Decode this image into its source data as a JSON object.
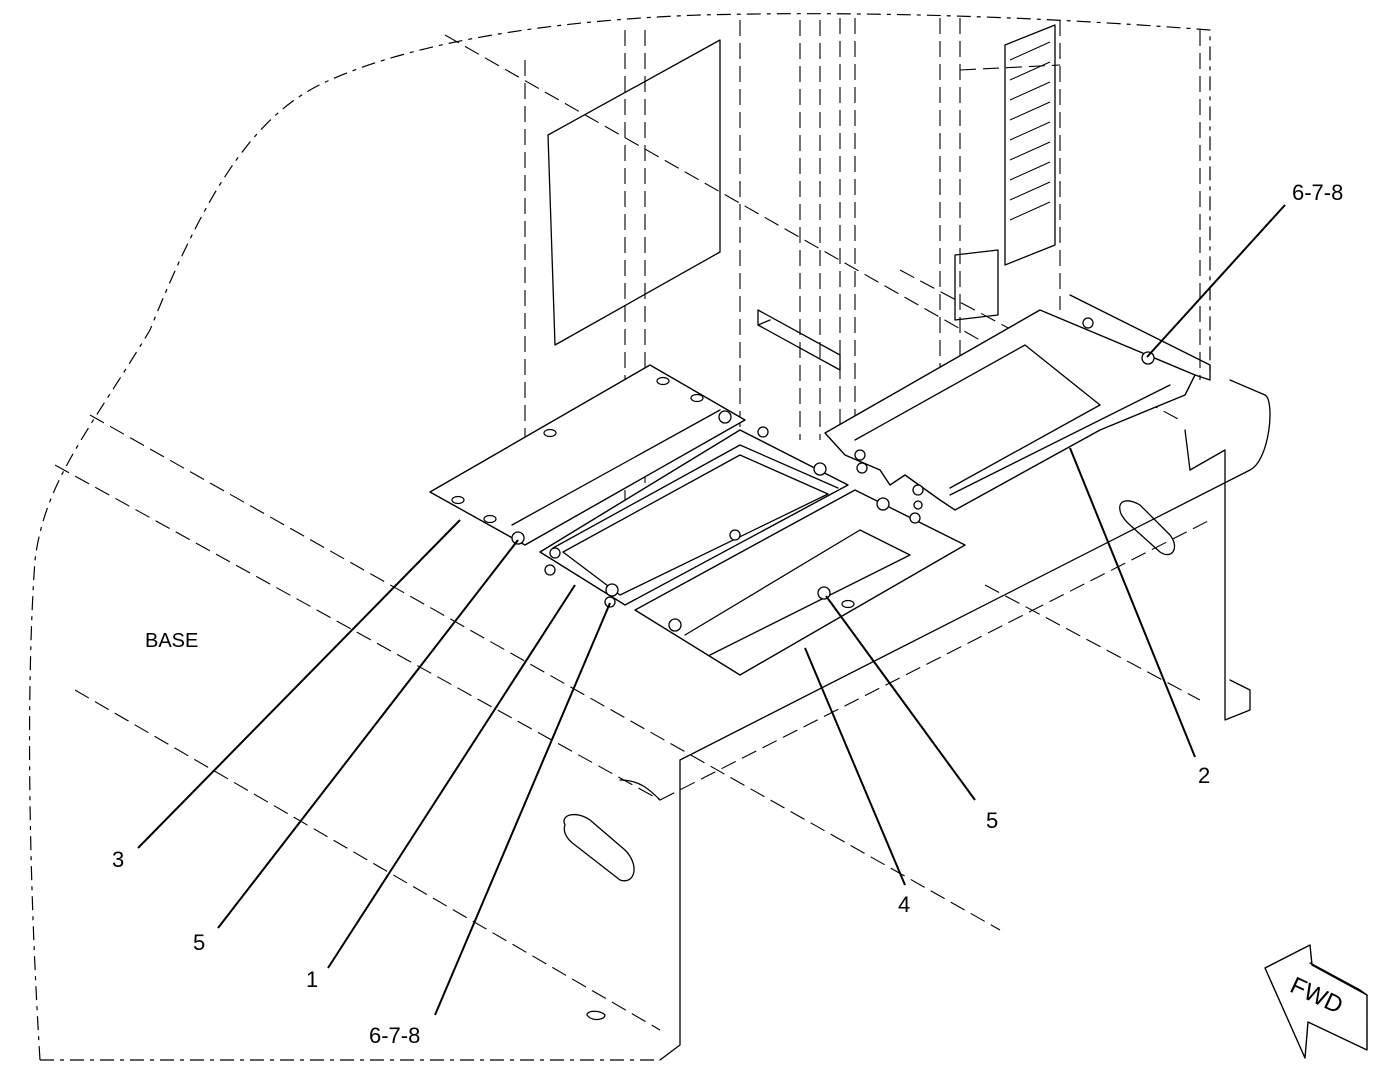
{
  "diagram": {
    "base_label": "BASE",
    "callouts": {
      "c1": "1",
      "c2": "2",
      "c3": "3",
      "c4": "4",
      "c5_left": "5",
      "c5_right": "5",
      "c678_top": "6-7-8",
      "c678_bottom": "6-7-8"
    },
    "direction_arrow": {
      "text": "FWD",
      "icon": "forward-arrow-icon"
    }
  }
}
